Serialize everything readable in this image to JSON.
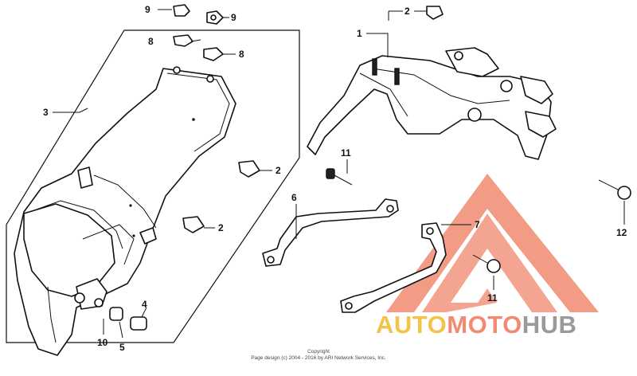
{
  "callouts": {
    "c1": "1",
    "c2a": "2",
    "c2b": "2",
    "c2c": "2",
    "c3": "3",
    "c4": "4",
    "c5": "5",
    "c6": "6",
    "c7": "7",
    "c8a": "8",
    "c8b": "8",
    "c9a": "9",
    "c9b": "9",
    "c10": "10",
    "c11a": "11",
    "c11b": "11",
    "c12": "12"
  },
  "copyright": {
    "line1": "Copyright",
    "line2": "Page design (c) 2004 - 2016 by ARI Network Services, Inc."
  },
  "watermark": {
    "part1": "AUTO",
    "part2": "MOTO",
    "part3": "HUB"
  },
  "colors": {
    "watermark_red": "#f08a70",
    "watermark_yellow": "#f2c44a",
    "watermark_gray": "#9a9a9a",
    "line": "#111111"
  }
}
